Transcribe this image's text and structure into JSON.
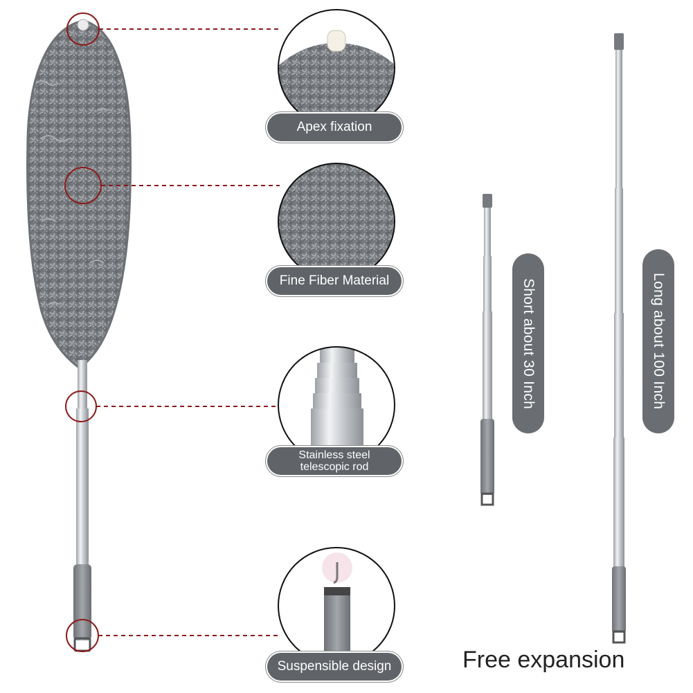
{
  "callouts": [
    {
      "line1": "Apex fixation",
      "line2": ""
    },
    {
      "line1": "Fine Fiber Material",
      "line2": ""
    },
    {
      "line1": "Stainless steel",
      "line2": "telescopic rod"
    },
    {
      "line1": "Suspensible design",
      "line2": ""
    }
  ],
  "short_label": "Short about 30 Inch",
  "long_label": "Long about 100 Inch",
  "caption": "Free expansion",
  "colors": {
    "fiber": "#7d8084",
    "fiber_dark": "#5d6064",
    "steel": "#c9ccd0",
    "grip": "#8a8d92",
    "pill": "#606368",
    "guide_line": "#8b1a1a"
  }
}
